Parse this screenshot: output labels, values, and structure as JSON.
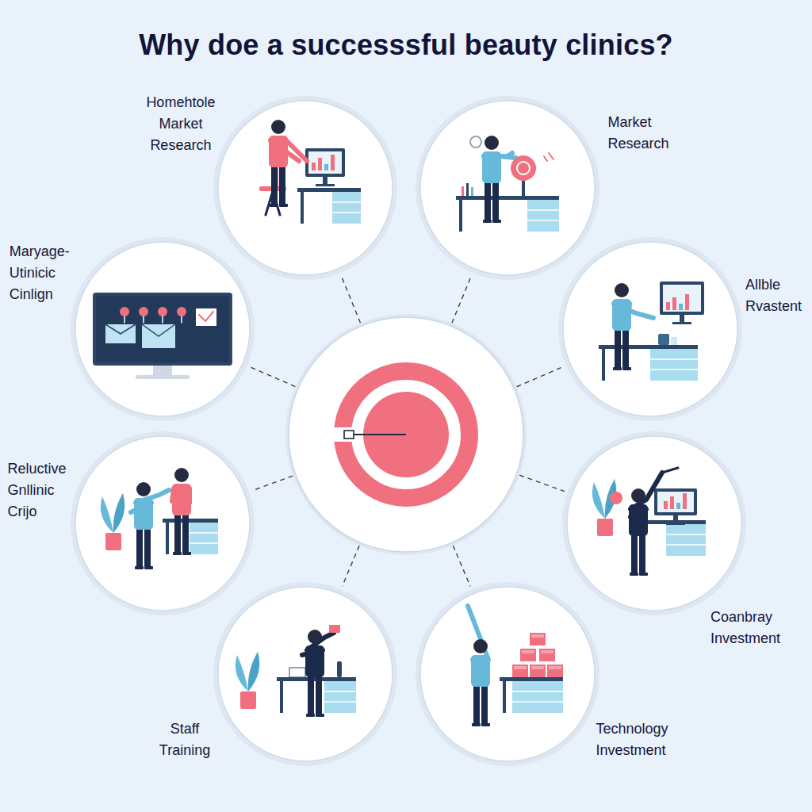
{
  "diagram": {
    "title": "Why doe a successsful beauty clinics?",
    "nodes": [
      {
        "text": [
          "Homehtole Market Research"
        ]
      },
      {
        "text": [
          "Market Research"
        ]
      },
      {
        "text": [
          "Maryage- Utinicic Cinlign"
        ]
      },
      {
        "text": [
          "Allble Rvastent"
        ]
      },
      {
        "text": [
          "Reluctive Gnllinic Crijo"
        ]
      },
      {
        "text": [
          "Coanbray Investment"
        ]
      },
      {
        "text": [
          "Staff Training"
        ]
      },
      {
        "text": [
          "Technology Investment"
        ]
      }
    ]
  }
}
